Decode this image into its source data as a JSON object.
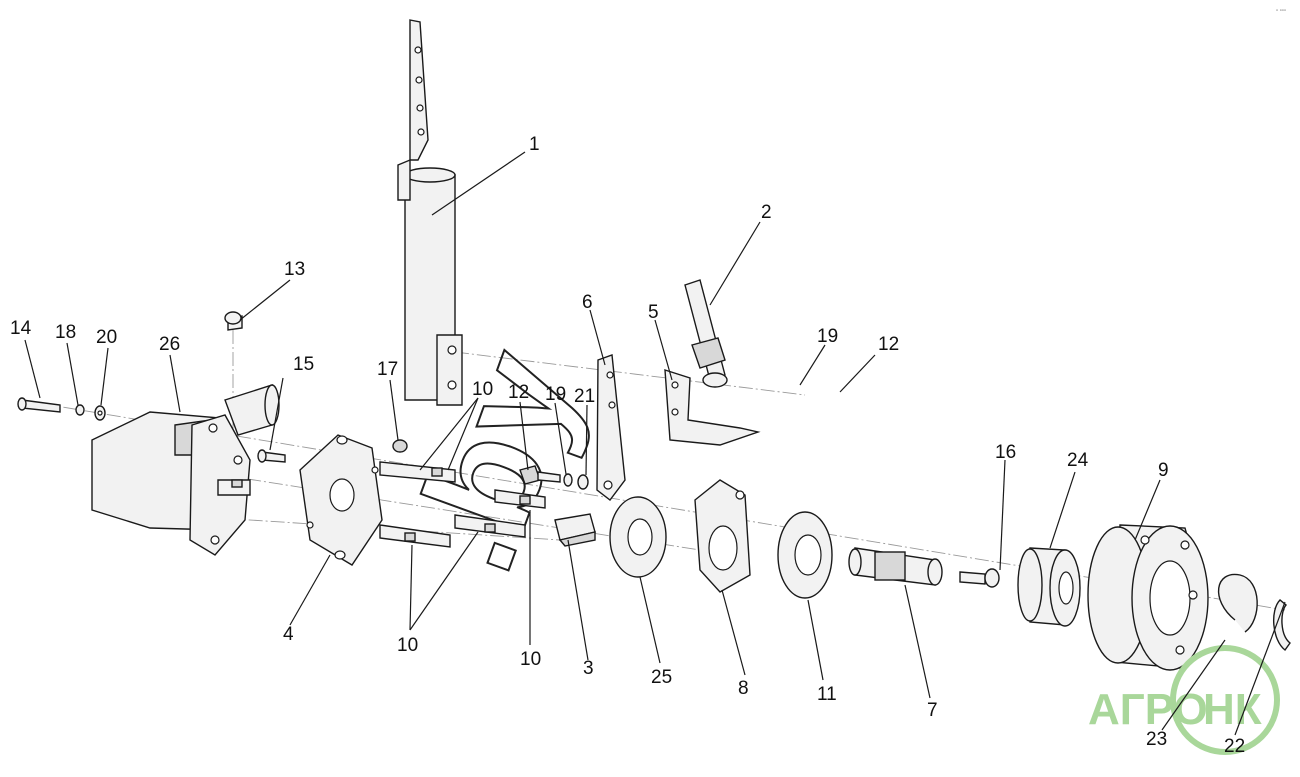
{
  "diagram": {
    "corner_mark": "▫ ▫▫▫",
    "watermark_text": ".by",
    "logo": {
      "left_text": "АГРО",
      "right_text": "НК",
      "color": "#a9d79a"
    },
    "callouts": [
      "1",
      "2",
      "3",
      "4",
      "5",
      "6",
      "7",
      "8",
      "9",
      "10",
      "10",
      "10",
      "10",
      "11",
      "12",
      "12",
      "13",
      "14",
      "15",
      "16",
      "17",
      "18",
      "19",
      "19",
      "20",
      "21",
      "22",
      "23",
      "24",
      "25",
      "26"
    ]
  }
}
